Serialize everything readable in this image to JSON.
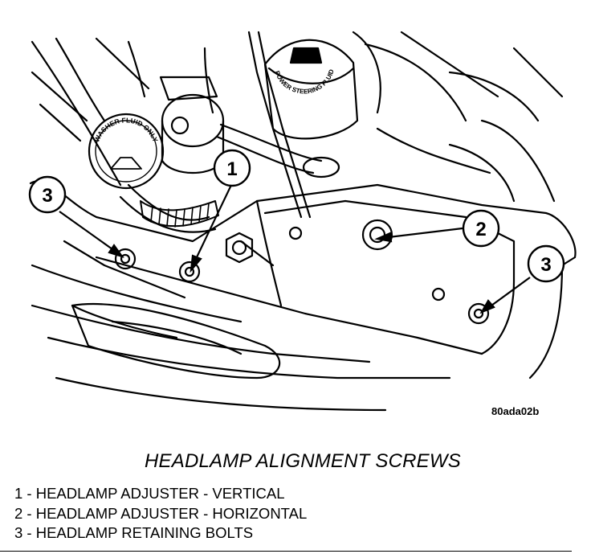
{
  "figure": {
    "figure_id": "80ada02b",
    "reservoir_labels": {
      "washer_fluid": "WASHER FLUID ONLY",
      "power_steering": "POWER STEERING FLUID"
    },
    "callouts": [
      "1",
      "2",
      "3",
      "3"
    ]
  },
  "caption": "HEADLAMP ALIGNMENT SCREWS",
  "legend": [
    "1 - HEADLAMP ADJUSTER - VERTICAL",
    "2 - HEADLAMP ADJUSTER - HORIZONTAL",
    "3 - HEADLAMP RETAINING BOLTS"
  ]
}
